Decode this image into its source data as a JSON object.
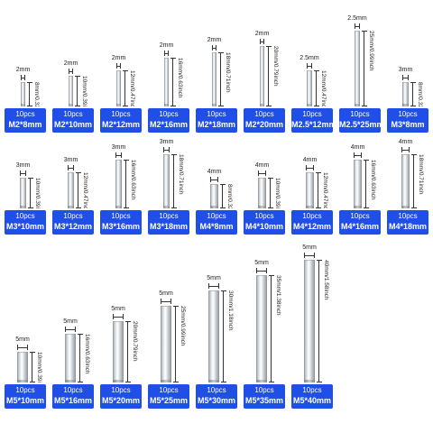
{
  "colors": {
    "badge": "#1f4fe6",
    "badge_text": "#ffffff",
    "pin": "#c9ced3",
    "background": "#ffffff"
  },
  "rows": [
    [
      {
        "qty": "10pcs",
        "size": "M2*8mm",
        "dia": "2mm",
        "len": "8mm/0.32inch",
        "len_mm": 8,
        "dia_mm": 2
      },
      {
        "qty": "10pcs",
        "size": "M2*10mm",
        "dia": "2mm",
        "len": "10mm/0.39inch",
        "len_mm": 10,
        "dia_mm": 2
      },
      {
        "qty": "10pcs",
        "size": "M2*12mm",
        "dia": "2mm",
        "len": "12mm/0.47inch",
        "len_mm": 12,
        "dia_mm": 2
      },
      {
        "qty": "10pcs",
        "size": "M2*16mm",
        "dia": "2mm",
        "len": "16mm/0.63inch",
        "len_mm": 16,
        "dia_mm": 2
      },
      {
        "qty": "10pcs",
        "size": "M2*18mm",
        "dia": "2mm",
        "len": "18mm/0.71inch",
        "len_mm": 18,
        "dia_mm": 2
      },
      {
        "qty": "10pcs",
        "size": "M2*20mm",
        "dia": "2mm",
        "len": "20mm/0.79inch",
        "len_mm": 20,
        "dia_mm": 2
      },
      {
        "qty": "10pcs",
        "size": "M2.5*12mm",
        "dia": "2.5mm",
        "len": "12mm/0.47inch",
        "len_mm": 12,
        "dia_mm": 2.5
      },
      {
        "qty": "10pcs",
        "size": "M2.5*25mm",
        "dia": "2.5mm",
        "len": "25mm/0.99inch",
        "len_mm": 25,
        "dia_mm": 2.5
      },
      {
        "qty": "10pcs",
        "size": "M3*8mm",
        "dia": "3mm",
        "len": "8mm/0.32inch",
        "len_mm": 8,
        "dia_mm": 3
      }
    ],
    [
      {
        "qty": "10pcs",
        "size": "M3*10mm",
        "dia": "3mm",
        "len": "10mm/0.39inch",
        "len_mm": 10,
        "dia_mm": 3
      },
      {
        "qty": "10pcs",
        "size": "M3*12mm",
        "dia": "3mm",
        "len": "12mm/0.47inch",
        "len_mm": 12,
        "dia_mm": 3
      },
      {
        "qty": "10pcs",
        "size": "M3*16mm",
        "dia": "3mm",
        "len": "16mm/0.63inch",
        "len_mm": 16,
        "dia_mm": 3
      },
      {
        "qty": "10pcs",
        "size": "M3*18mm",
        "dia": "3mm",
        "len": "18mm/0.71inch",
        "len_mm": 18,
        "dia_mm": 3
      },
      {
        "qty": "10pcs",
        "size": "M4*8mm",
        "dia": "4mm",
        "len": "8mm/0.32inch",
        "len_mm": 8,
        "dia_mm": 4
      },
      {
        "qty": "10pcs",
        "size": "M4*10mm",
        "dia": "4mm",
        "len": "10mm/0.39inch",
        "len_mm": 10,
        "dia_mm": 4
      },
      {
        "qty": "10pcs",
        "size": "M4*12mm",
        "dia": "4mm",
        "len": "12mm/0.47inch",
        "len_mm": 12,
        "dia_mm": 4
      },
      {
        "qty": "10pcs",
        "size": "M4*16mm",
        "dia": "4mm",
        "len": "16mm/0.63inch",
        "len_mm": 16,
        "dia_mm": 4
      },
      {
        "qty": "10pcs",
        "size": "M4*18mm",
        "dia": "4mm",
        "len": "18mm/0.71inch",
        "len_mm": 18,
        "dia_mm": 4
      }
    ],
    [
      {
        "qty": "10pcs",
        "size": "M5*10mm",
        "dia": "5mm",
        "len": "10mm/0.39inch",
        "len_mm": 10,
        "dia_mm": 5
      },
      {
        "qty": "10pcs",
        "size": "M5*16mm",
        "dia": "5mm",
        "len": "16mm/0.63inch",
        "len_mm": 16,
        "dia_mm": 5
      },
      {
        "qty": "10pcs",
        "size": "M5*20mm",
        "dia": "5mm",
        "len": "20mm/0.79inch",
        "len_mm": 20,
        "dia_mm": 5
      },
      {
        "qty": "10pcs",
        "size": "M5*25mm",
        "dia": "5mm",
        "len": "25mm/0.99inch",
        "len_mm": 25,
        "dia_mm": 5
      },
      {
        "qty": "10pcs",
        "size": "M5*30mm",
        "dia": "5mm",
        "len": "30mm/1.18inch",
        "len_mm": 30,
        "dia_mm": 5
      },
      {
        "qty": "10pcs",
        "size": "M5*35mm",
        "dia": "5mm",
        "len": "35mm/1.38inch",
        "len_mm": 35,
        "dia_mm": 5
      },
      {
        "qty": "10pcs",
        "size": "M5*40mm",
        "dia": "5mm",
        "len": "40mm/1.58inch",
        "len_mm": 40,
        "dia_mm": 5
      }
    ]
  ]
}
